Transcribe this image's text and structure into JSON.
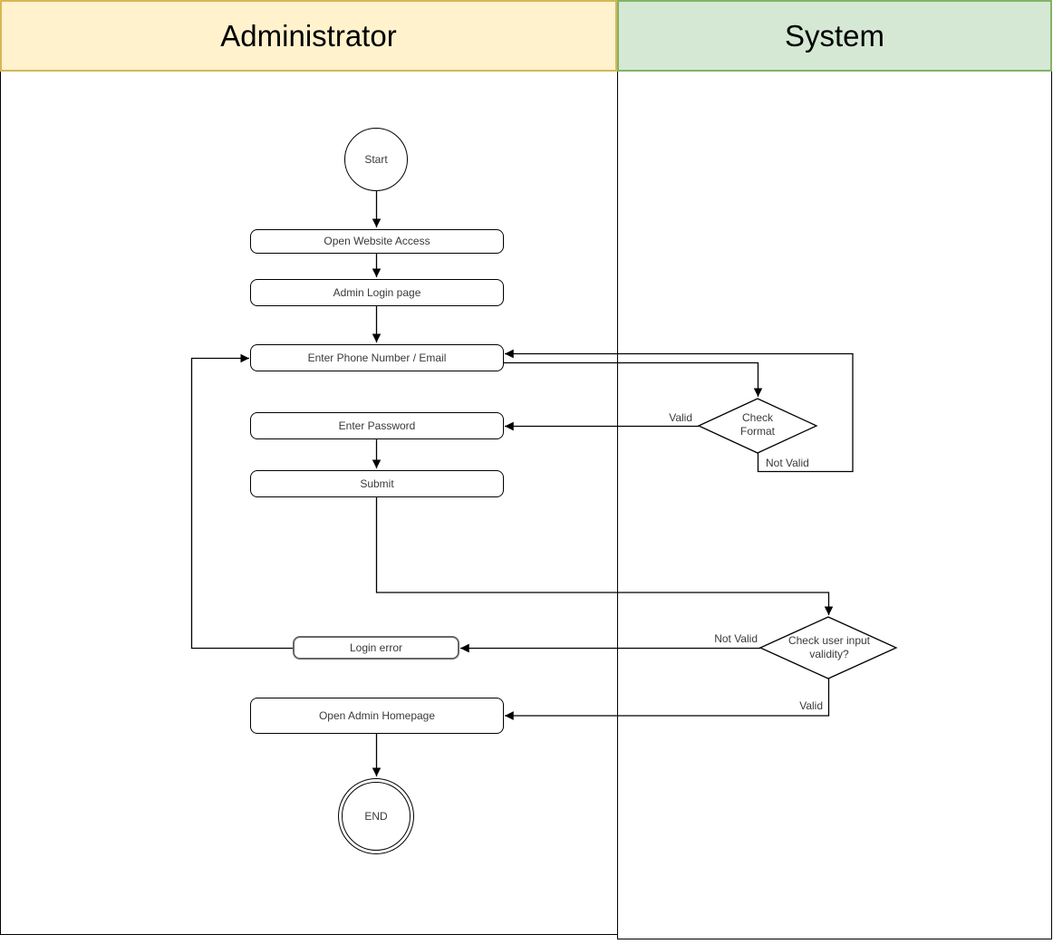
{
  "lanes": {
    "administrator": {
      "title": "Administrator",
      "fill": "#fff2cc",
      "border": "#d6b656"
    },
    "system": {
      "title": "System",
      "fill": "#d5e8d4",
      "border": "#82b366"
    }
  },
  "nodes": {
    "start": {
      "label": "Start",
      "type": "start-circle"
    },
    "open_website": {
      "label": "Open Website Access",
      "type": "process"
    },
    "admin_login": {
      "label": "Admin Login page",
      "type": "process"
    },
    "enter_phone": {
      "label": "Enter Phone Number / Email",
      "type": "process"
    },
    "enter_password": {
      "label": "Enter Password",
      "type": "process"
    },
    "submit": {
      "label": "Submit",
      "type": "process"
    },
    "login_error": {
      "label": "Login error",
      "type": "process"
    },
    "open_homepage": {
      "label": "Open Admin Homepage",
      "type": "process"
    },
    "end": {
      "label": "END",
      "type": "end-circle"
    },
    "check_format": {
      "label": "Check Format",
      "type": "decision"
    },
    "check_validity": {
      "label": "Check user input validity?",
      "type": "decision"
    }
  },
  "edge_labels": {
    "check_format_valid": "Valid",
    "check_format_not_valid": "Not Valid",
    "check_validity_not_valid": "Not Valid",
    "check_validity_valid": "Valid"
  }
}
